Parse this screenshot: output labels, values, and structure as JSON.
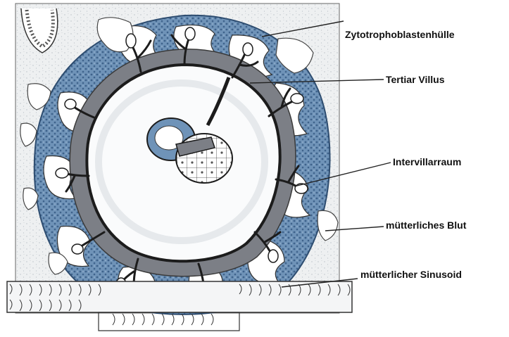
{
  "labels": [
    {
      "id": "zytotrophoblastenhuelle",
      "text": "Zytotrophoblastenhülle"
    },
    {
      "id": "tertiar-villus",
      "text": "Tertiar Villus"
    },
    {
      "id": "intervillarraum",
      "text": "Intervillarraum"
    },
    {
      "id": "muetterliches-blut",
      "text": "mütterliches Blut"
    },
    {
      "id": "muetterlicher-sinusoid",
      "text": "mütterlicher Sinusoid"
    }
  ],
  "colors": {
    "background": "#ffffff",
    "tissue": "#eef0f1",
    "stipple": "#b9c0c6",
    "cytotrophoblast": "#6f93b8",
    "cytotrophoblast_dark": "#3e628b",
    "mesoderm": "#7c7f86",
    "chorion_line": "#1c1c1c",
    "cavity": "#fafbfc",
    "intervillous": "#ffffff",
    "outline": "#333333",
    "leader": "#222222"
  }
}
